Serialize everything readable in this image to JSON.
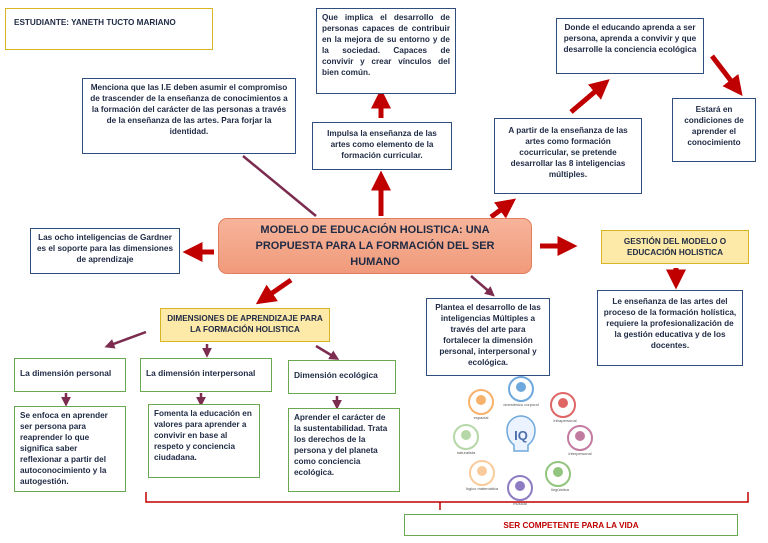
{
  "student": "ESTUDIANTE: YANETH TUCTO MARIANO",
  "central_title": "MODELO DE EDUCACIÓN HOLISTICA: UNA PROPUESTA PARA LA FORMACIÓN DEL SER HUMANO",
  "node_menciona": "Menciona que las I.E deben asumir el compromiso de trascender de la enseñanza de conocimientos a la formación del carácter de las personas a través de la enseñanza de las artes. Para forjar la identidad.",
  "node_que_implica": "Que implica el desarrollo de personas capaces de contribuir en la mejora de su entorno y de la sociedad. Capaces de convivir y crear vínculos del bien común.",
  "node_impulsa": "Impulsa la enseñanza de las artes como elemento de la formación curricular.",
  "node_donde": "Donde el educando aprenda a ser persona, aprenda a convivir y que desarrolle la conciencia ecológica",
  "node_estara": "Estará en condiciones de aprender el conocimiento",
  "node_apartir": "A partir de la enseñanza de las artes como formación cocurricular, se pretende desarrollar las 8 inteligencias múltiples.",
  "node_ocho": "Las ocho inteligencias de Gardner es el soporte para las dimensiones de aprendizaje",
  "node_gestion_title": "GESTIÓN DEL MODELO O EDUCACIÓN HOLISTICA",
  "node_gestion_text": "Le enseñanza de las artes del proceso de la formación holística, requiere la profesionalización de la gestión educativa y de los docentes.",
  "node_plantea": "Plantea el desarrollo de las inteligencias Múltiples a través del arte para fortalecer la dimensión personal, interpersonal y ecológica.",
  "dimensiones_title": "DIMENSIONES DE APRENDIZAJE PARA LA FORMACIÓN HOLISTICA",
  "dim_personal": "La dimensión personal",
  "dim_interpersonal": "La dimensión interpersonal",
  "dim_ecologica": "Dimensión ecológica",
  "text_personal": "Se enfoca en aprender ser persona para reaprender lo que significa saber reflexionar a partir del autoconocimiento y la autogestión.",
  "text_interpersonal": "Fomenta la educación en valores para aprender a convivir en base al respeto y conciencia ciudadana.",
  "text_ecologica": "Aprender el carácter de la sustentabilidad. Trata los derechos de la persona y del planeta como conciencia ecológica.",
  "footer": "SER COMPETENTE PARA LA VIDA",
  "iq_center": "IQ",
  "iq_labels": [
    "espacial",
    "cinestésico corporal",
    "intrapersonal",
    "interpersonal",
    "lógico matemática",
    "musical",
    "lingüística",
    "naturalista"
  ],
  "colors": {
    "arrow": "#c00000",
    "line": "#7b2c4f",
    "main_fill": "#f4a988",
    "brace": "#c00000",
    "footer_text": "#c00000"
  }
}
